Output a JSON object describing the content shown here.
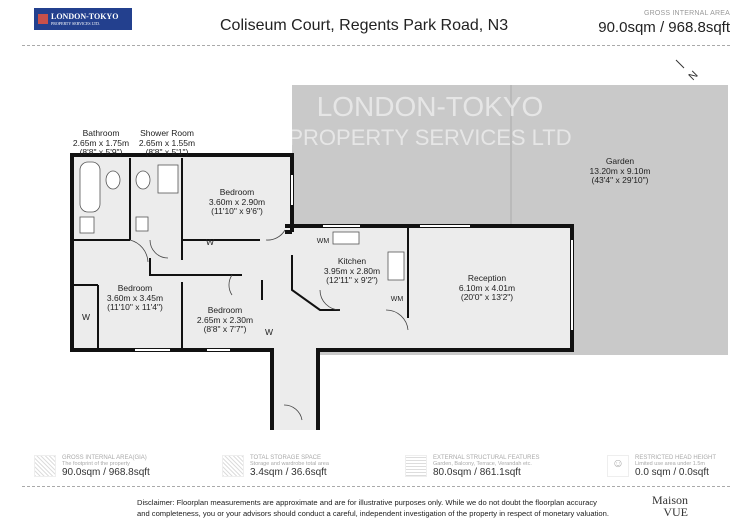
{
  "header": {
    "logo_line1": "LONDON-TOKYO",
    "logo_line2": "PROPERTY SERVICES LTD.",
    "title": "Coliseum Court, Regents Park Road, N3",
    "gia_label": "GROSS INTERNAL AREA",
    "gia_value": "90.0sqm / 968.8sqft"
  },
  "compass": {
    "label": "N"
  },
  "watermark": {
    "line1": "LONDON-TOKYO",
    "line2": "PROPERTY SERVICES LTD"
  },
  "rooms": [
    {
      "name": "Bathroom",
      "metric": "2.65m x 1.75m",
      "imperial": "(8'8\" x 5'9\")"
    },
    {
      "name": "Shower Room",
      "metric": "2.65m x 1.55m",
      "imperial": "(8'8\" x 5'1\")"
    },
    {
      "name": "Bedroom",
      "metric": "3.60m x 2.90m",
      "imperial": "(11'10\" x 9'6\")"
    },
    {
      "name": "Bedroom",
      "metric": "3.60m x 3.45m",
      "imperial": "(11'10\" x 11'4\")"
    },
    {
      "name": "Bedroom",
      "metric": "2.65m x 2.30m",
      "imperial": "(8'8\" x 7'7\")"
    },
    {
      "name": "Kitchen",
      "metric": "3.95m x 2.80m",
      "imperial": "(12'11\" x 9'2\")"
    },
    {
      "name": "Reception",
      "metric": "6.10m x 4.01m",
      "imperial": "(20'0\" x 13'2\")"
    },
    {
      "name": "Garden",
      "metric": "13.20m x 9.10m",
      "imperial": "(43'4\" x 29'10\")"
    }
  ],
  "fixtures": {
    "wardrobe": "W",
    "washing_machine": "WM"
  },
  "stats": [
    {
      "title": "GROSS INTERNAL AREA(GIA)",
      "desc": "The footprint of the property",
      "value": "90.0sqm / 968.8sqft"
    },
    {
      "title": "TOTAL STORAGE SPACE",
      "desc": "Storage and wardrobe total area",
      "value": "3.4sqm / 36.6sqft"
    },
    {
      "title": "EXTERNAL STRUCTURAL FEATURES",
      "desc": "Garden, Balcony, Terrace, Verandah etc.",
      "value": "80.0sqm / 861.1sqft"
    },
    {
      "title": "RESTRICTED HEAD HEIGHT",
      "desc": "Limited use area under 1.5m",
      "value": "0.0 sqm / 0.0sqft"
    }
  ],
  "disclaimer": {
    "line1": "Disclaimer: Floorplan measurements are approximate and are for illustrative purposes only. While we do not doubt the floorplan accuracy",
    "line2": "and completeness, you or your advisors should conduct a careful, independent investigation of the property in respect of monetary valuation."
  },
  "brand": {
    "line1": "Maison",
    "line2": "VUE"
  }
}
